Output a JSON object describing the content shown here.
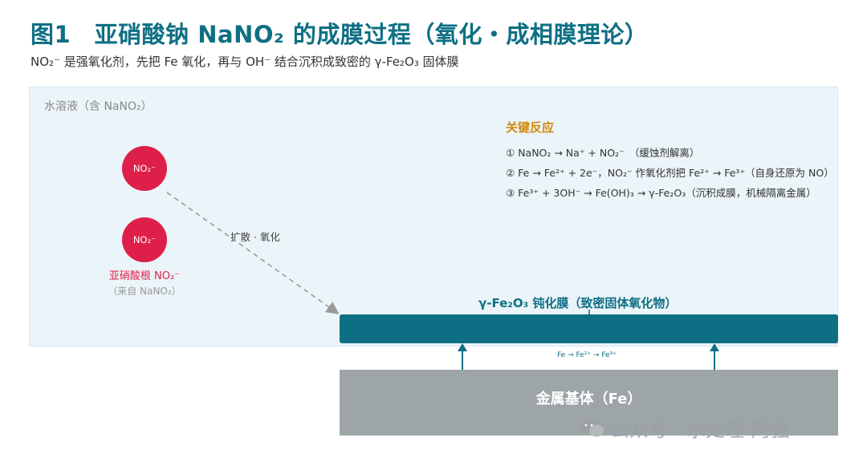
{
  "header": {
    "title": "图1　亚硝酸钠 NaNO₂ 的成膜过程（氧化・成相膜理论）",
    "subtitle": "NO₂⁻ 是强氧化剂，先把 Fe 氧化，再与 OH⁻ 结合沉积成致密的 γ-Fe₂O₃ 固体膜"
  },
  "solution": {
    "label": "水溶液（含 NaNO₂）",
    "ion_top": "NO₂⁻",
    "ion_bottom": "NO₂⁻",
    "ion_caption": "亚硝酸根 NO₂⁻",
    "ion_source": "（来自 NaNO₂）",
    "diffuse_label": "扩散 · 氧化"
  },
  "reactions": {
    "title": "关键反应",
    "items": [
      "① NaNO₂ → Na⁺ + NO₂⁻　（缓蚀剂解离）",
      "② Fe → Fe²⁺ + 2e⁻，NO₂⁻ 作氧化剂把 Fe²⁺ → Fe³⁺（自身还原为 NO）",
      "③ Fe³⁺ + 3OH⁻ → Fe(OH)₃ → γ-Fe₂O₃（沉积成膜，机械隔离金属）"
    ]
  },
  "film": {
    "label": "γ-Fe₂O₃ 钝化膜（致密固体氧化物）",
    "flux_label": "Fe → Fe²⁺ → Fe³⁺"
  },
  "metal": {
    "label": "金属基体（Fe）"
  },
  "watermark": {
    "text": "公众号 · 水处理-阿强"
  },
  "colors": {
    "accent": "#0e6f84",
    "ion": "#de1f4a",
    "reaction_title": "#d08a10",
    "solution_bg": "#ebf4f8",
    "metal": "#9ea5a8"
  }
}
